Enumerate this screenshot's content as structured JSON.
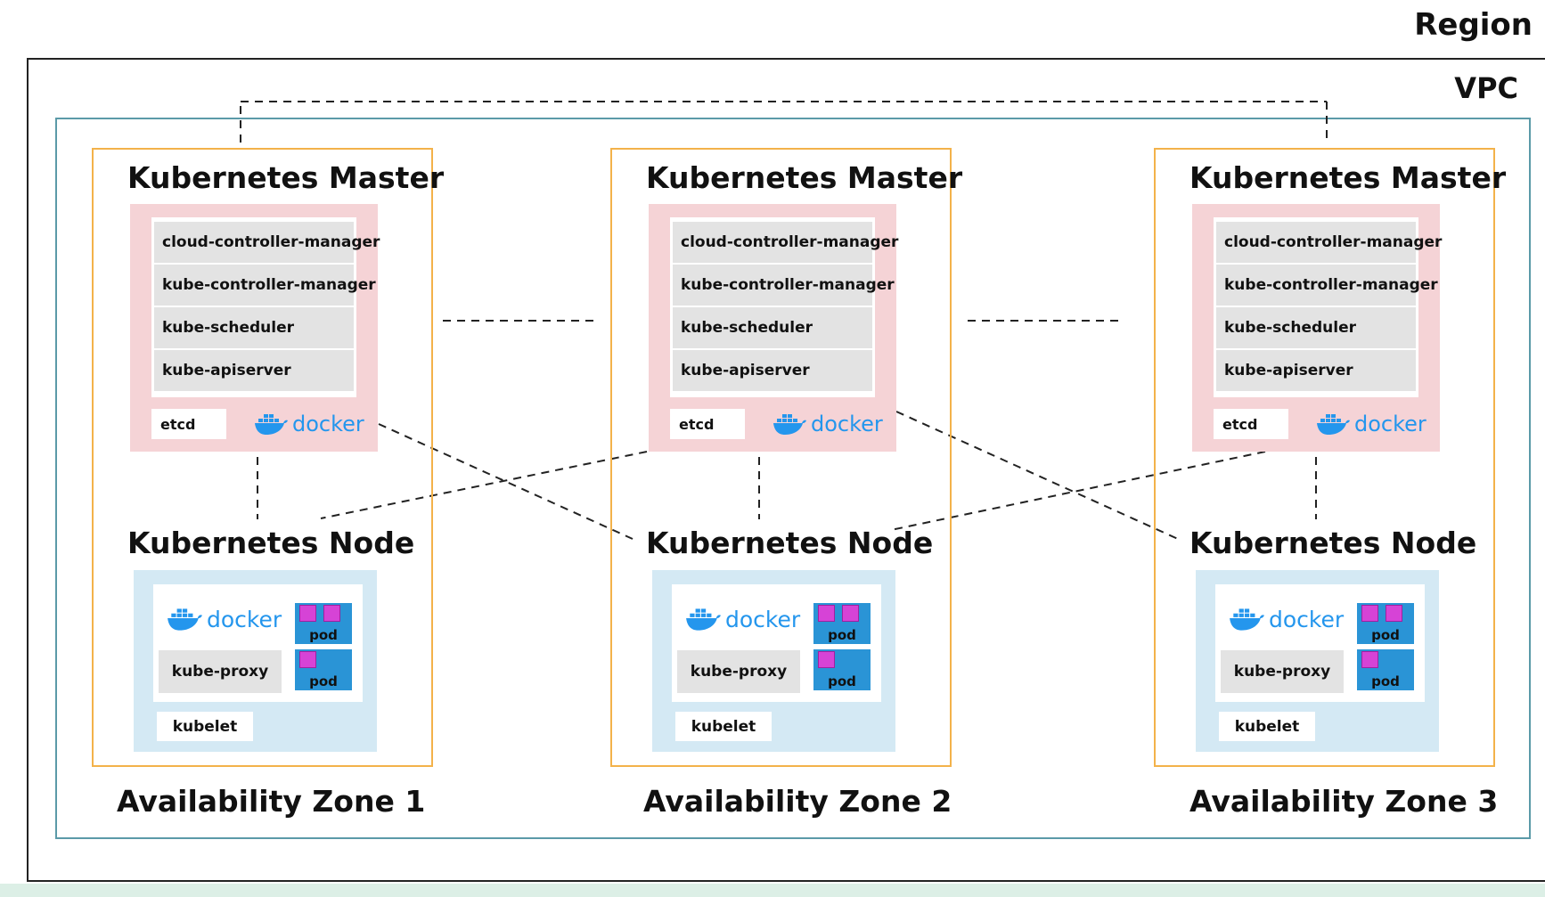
{
  "region": {
    "label": "Region"
  },
  "vpc": {
    "label": "VPC"
  },
  "zones": [
    {
      "label": "Availability Zone 1",
      "master": {
        "title": "Kubernetes Master",
        "components": [
          "cloud-controller-manager",
          "kube-controller-manager",
          "kube-scheduler",
          "kube-apiserver"
        ],
        "etcd": "etcd",
        "docker": "docker"
      },
      "node": {
        "title": "Kubernetes Node",
        "docker": "docker",
        "kube_proxy": "kube-proxy",
        "kubelet": "kubelet",
        "pods": [
          "pod",
          "pod"
        ]
      }
    },
    {
      "label": "Availability Zone 2",
      "master": {
        "title": "Kubernetes Master",
        "components": [
          "cloud-controller-manager",
          "kube-controller-manager",
          "kube-scheduler",
          "kube-apiserver"
        ],
        "etcd": "etcd",
        "docker": "docker"
      },
      "node": {
        "title": "Kubernetes Node",
        "docker": "docker",
        "kube_proxy": "kube-proxy",
        "kubelet": "kubelet",
        "pods": [
          "pod",
          "pod"
        ]
      }
    },
    {
      "label": "Availability Zone 3",
      "master": {
        "title": "Kubernetes Master",
        "components": [
          "cloud-controller-manager",
          "kube-controller-manager",
          "kube-scheduler",
          "kube-apiserver"
        ],
        "etcd": "etcd",
        "docker": "docker"
      },
      "node": {
        "title": "Kubernetes Node",
        "docker": "docker",
        "kube_proxy": "kube-proxy",
        "kubelet": "kubelet",
        "pods": [
          "pod",
          "pod"
        ]
      }
    }
  ],
  "colors": {
    "master_panel": "#f5d3d6",
    "node_panel": "#d4e9f4",
    "zone_border": "#f3b24a",
    "vpc_border": "#5b9aa8",
    "docker_blue": "#2496ed",
    "pod_blue": "#2a94d6",
    "pod_container": "#d643d6"
  }
}
